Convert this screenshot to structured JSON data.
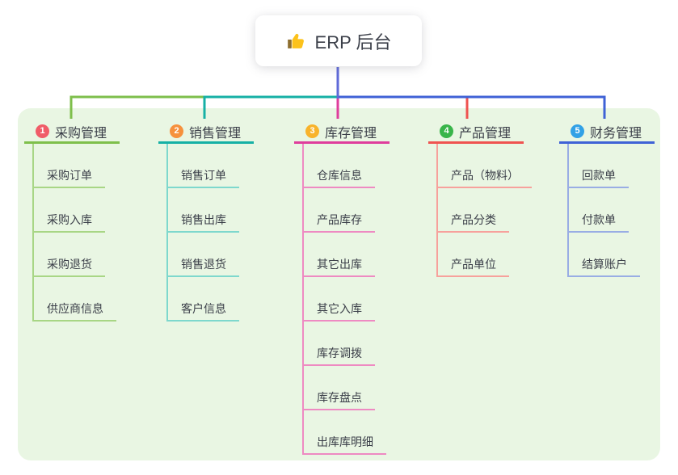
{
  "root": {
    "label": "ERP 后台",
    "icon": "thumbs-up-icon"
  },
  "colors": {
    "panel_background": "#e9f6e3",
    "root_connector": "#5f6ad9",
    "text": "#3b3f49"
  },
  "branches": [
    {
      "num": "1",
      "label": "采购管理",
      "badge_color": "#f05c68",
      "accent": "#7ebf4b",
      "light": "#a8d685",
      "children": [
        "采购订单",
        "采购入库",
        "采购退货",
        "供应商信息"
      ]
    },
    {
      "num": "2",
      "label": "销售管理",
      "badge_color": "#f6913d",
      "accent": "#16b0a5",
      "light": "#7ed8cd",
      "children": [
        "销售订单",
        "销售出库",
        "销售退货",
        "客户信息"
      ]
    },
    {
      "num": "3",
      "label": "库存管理",
      "badge_color": "#f8b32c",
      "accent": "#df3d9c",
      "light": "#ee8ac2",
      "children": [
        "仓库信息",
        "产品库存",
        "其它出库",
        "其它入库",
        "库存调拨",
        "库存盘点",
        "出库库明细"
      ]
    },
    {
      "num": "4",
      "label": "产品管理",
      "badge_color": "#39b54a",
      "accent": "#ef5350",
      "light": "#f7a19c",
      "children": [
        "产品（物料）",
        "产品分类",
        "产品单位"
      ]
    },
    {
      "num": "5",
      "label": "财务管理",
      "badge_color": "#31a1e6",
      "accent": "#3f62d6",
      "light": "#99ade4",
      "children": [
        "回款单",
        "付款单",
        "结算账户"
      ]
    }
  ]
}
